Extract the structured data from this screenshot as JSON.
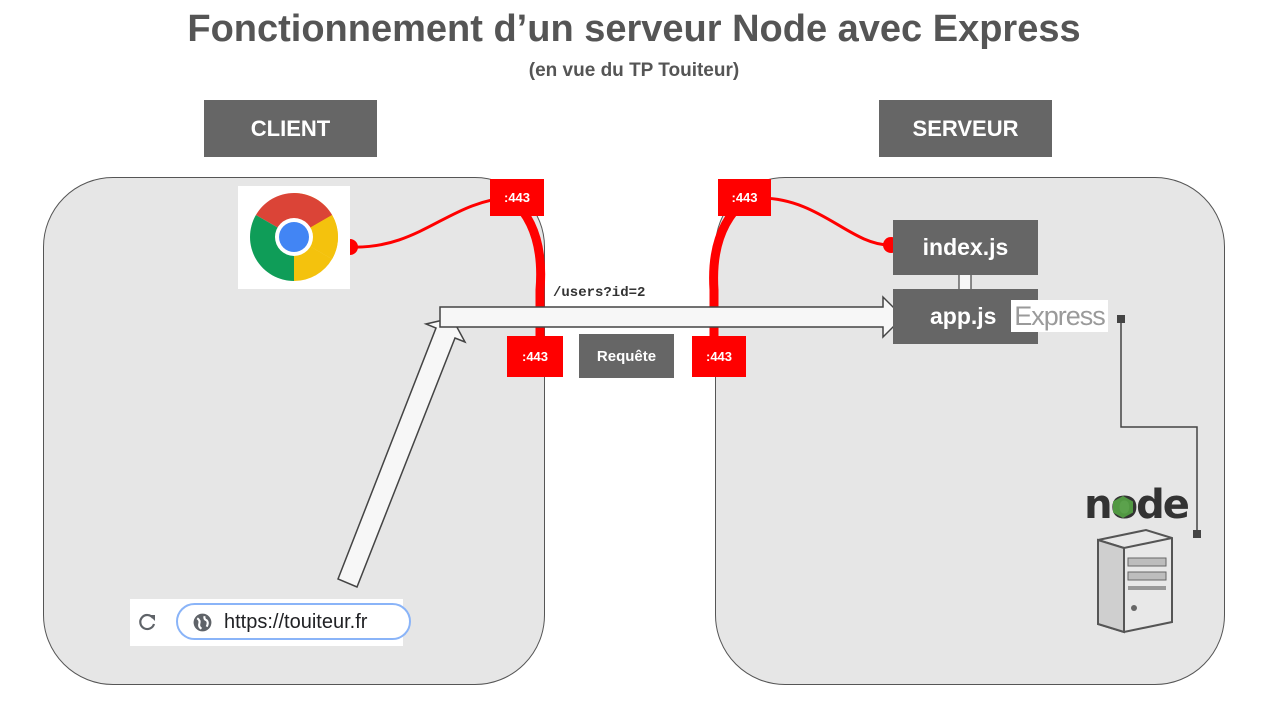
{
  "title": "Fonctionnement d’un serveur Node avec Express",
  "subtitle": "(en vue du TP Touiteur)",
  "client_label": "CLIENT",
  "server_label": "SERVEUR",
  "ports": {
    "client_top": ":443",
    "client_bottom": ":443",
    "server_top": ":443",
    "server_bottom": ":443"
  },
  "request_label": "Requête",
  "request_path": "/users?id=2",
  "index_file": "index.js",
  "app_file": "app.js",
  "express_logo": "Express",
  "node_logo": "node",
  "url_bar": {
    "url": "https://touiteur.fr"
  },
  "icons": {
    "browser": "chrome-logo-icon",
    "reload": "reload-icon",
    "site": "globe-icon",
    "server": "server-tower-icon"
  },
  "colors": {
    "panel_bg": "#e6e6e6",
    "header_bg": "#666666",
    "port_red": "#ff0000",
    "title_text": "#555555"
  }
}
